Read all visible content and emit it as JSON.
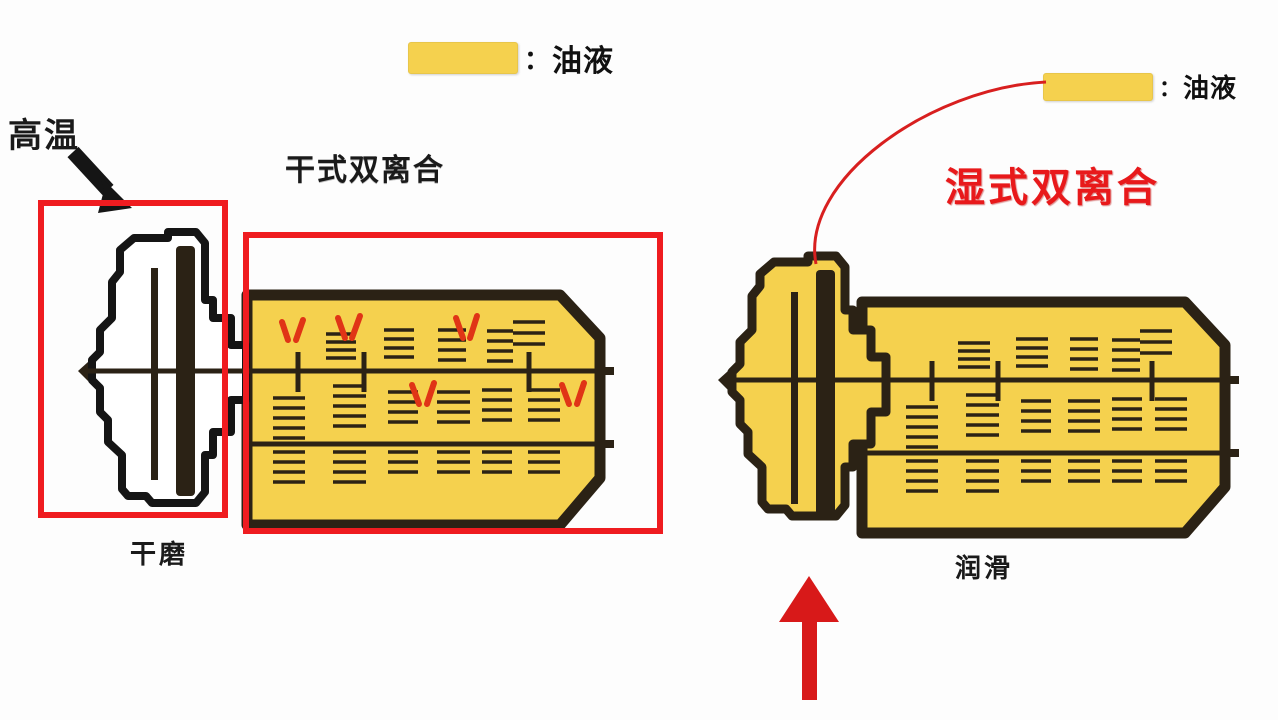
{
  "diagram": {
    "kind": "comparison-illustration",
    "subject": "dry dual-clutch vs wet dual-clutch transmission cutaway",
    "background_color": "#fdfdfd",
    "oil_color": "#F5D14E",
    "accent_red": "#ef1c20",
    "outline_color": "#2b2215"
  },
  "legend_left": {
    "swatch_label": "oil-swatch",
    "colon": "：",
    "text": "油液"
  },
  "legend_right": {
    "swatch_label": "oil-swatch",
    "colon": "：",
    "text": "油液"
  },
  "left_panel": {
    "title": "干式双离合",
    "hot_label": "高温",
    "caption": "干磨",
    "clutch_fill": "none",
    "gearbox_fill": "#F5D14E",
    "heat_marks": 6,
    "annotation_boxes": 2
  },
  "right_panel": {
    "title": "湿式双离合",
    "caption": "润滑",
    "clutch_fill": "#F5D14E",
    "gearbox_fill": "#F5D14E",
    "heat_marks": 0,
    "oil_flow_arrow": "up-arrow-red"
  },
  "icons": {
    "black_arrow": "high-temperature-pointer-arrow",
    "red_arrow": "oil-flow-up-arrow",
    "leader_curve": "oil-leader-curve"
  }
}
